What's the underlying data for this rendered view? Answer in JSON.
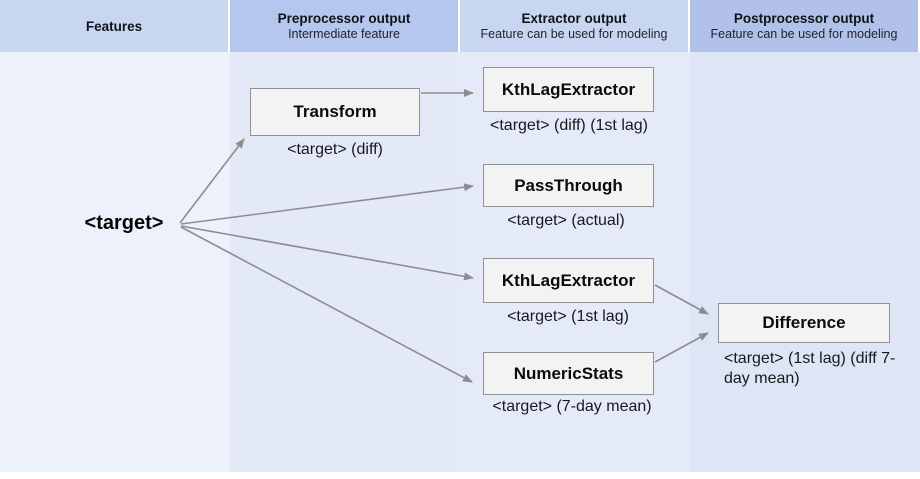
{
  "header": {
    "columns": [
      {
        "title": "Features",
        "subtitle": ""
      },
      {
        "title": "Preprocessor output",
        "subtitle": "Intermediate feature"
      },
      {
        "title": "Extractor output",
        "subtitle": "Feature can be used for modeling"
      },
      {
        "title": "Postprocessor output",
        "subtitle": "Feature can be used for modeling"
      }
    ]
  },
  "diagram": {
    "source_label": "<target>",
    "nodes": [
      {
        "label": "Transform",
        "caption": "<target> (diff)",
        "column": "Preprocessor output"
      },
      {
        "label": "KthLagExtractor",
        "caption": "<target> (diff) (1st lag)",
        "column": "Extractor output"
      },
      {
        "label": "PassThrough",
        "caption": "<target> (actual)",
        "column": "Extractor output"
      },
      {
        "label": "KthLagExtractor",
        "caption": "<target> (1st lag)",
        "column": "Extractor output"
      },
      {
        "label": "NumericStats",
        "caption": "<target> (7-day mean)",
        "column": "Extractor output"
      },
      {
        "label": "Difference",
        "caption": "<target> (1st lag) (diff 7-day mean)",
        "column": "Postprocessor output"
      }
    ],
    "edges": [
      {
        "from": "<target>",
        "to": "Transform"
      },
      {
        "from": "<target>",
        "to": "PassThrough"
      },
      {
        "from": "<target>",
        "to": "KthLagExtractor (1st lag)"
      },
      {
        "from": "<target>",
        "to": "NumericStats"
      },
      {
        "from": "Transform",
        "to": "KthLagExtractor (diff) (1st lag)"
      },
      {
        "from": "KthLagExtractor (1st lag)",
        "to": "Difference"
      },
      {
        "from": "NumericStats",
        "to": "Difference"
      }
    ]
  },
  "colors": {
    "header_light": "#c8d6f2",
    "header_dark": "#b5c7ee",
    "header_dark_post": "#b1c1e9",
    "body_col_features": "#edf1fb",
    "body_col_preprocessor": "#e3e9f7",
    "body_col_extractor": "#e5eaf8",
    "body_col_postprocessor": "#dee5f4",
    "box_fill": "#f2f3f2",
    "box_border": "#8f9295",
    "arrow": "#8d8d8d"
  }
}
